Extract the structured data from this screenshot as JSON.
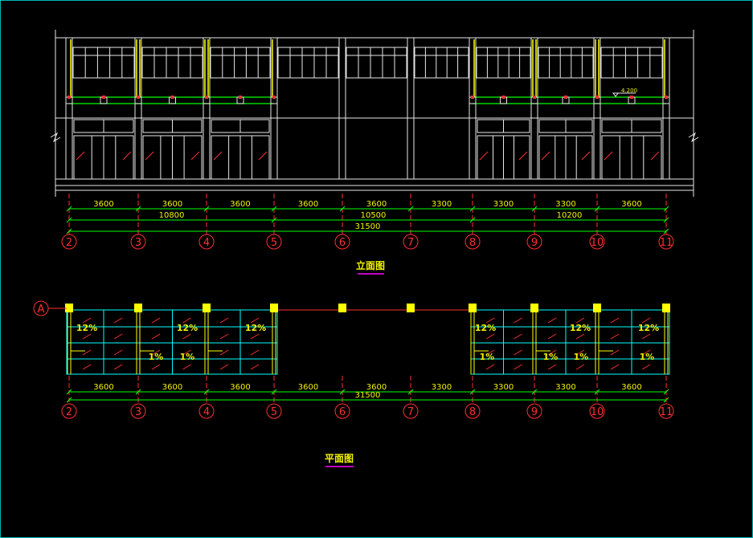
{
  "elevation": {
    "title": "立面图",
    "level_mark": "4.200",
    "spans": [
      "3600",
      "3600",
      "3600",
      "3600",
      "3600",
      "3300",
      "3300",
      "3300",
      "3600"
    ],
    "groups": [
      "10800",
      "10500",
      "10200"
    ],
    "total": "31500"
  },
  "plan": {
    "title": "平面图",
    "row_axis": "A",
    "spans": [
      "3600",
      "3600",
      "3600",
      "3600",
      "3600",
      "3300",
      "3300",
      "3300",
      "3600"
    ],
    "total": "31500",
    "slopes": [
      "12%",
      "1%"
    ]
  },
  "axes": [
    "2",
    "3",
    "4",
    "5",
    "6",
    "7",
    "8",
    "9",
    "10",
    "11"
  ],
  "colors": {
    "background": "#000000",
    "dimension": "#00ff00",
    "axis": "#ff3030",
    "glass": "#00ffff",
    "column": "#ffff00",
    "title_underline": "#ff00ff"
  }
}
